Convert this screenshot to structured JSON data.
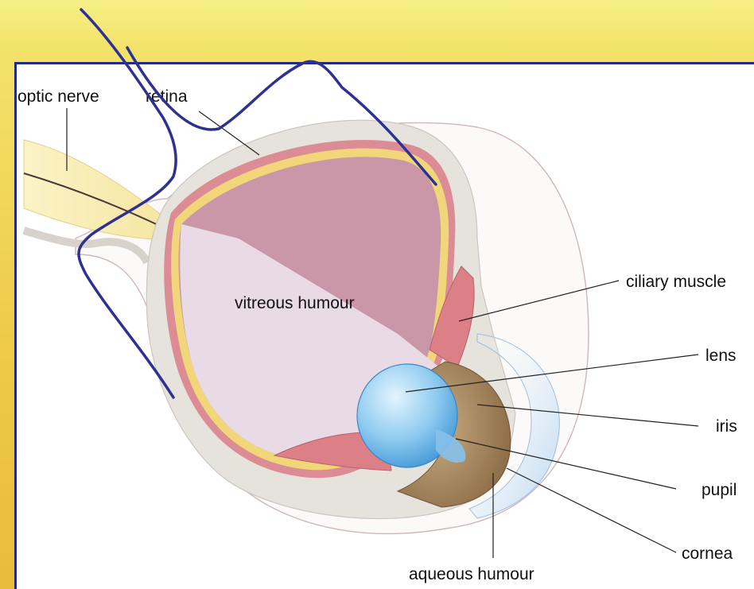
{
  "labels": {
    "optic_nerve": "optic nerve",
    "retina": "retina",
    "vitreous_humour": "vitreous humour",
    "ciliary_muscle": "ciliary muscle",
    "lens": "lens",
    "iris": "iris",
    "pupil": "pupil",
    "cornea": "cornea",
    "aqueous_humour": "aqueous humour"
  },
  "colors": {
    "slide_background": "#f3e36a",
    "frame_border": "#1f2a8c",
    "annotation_stroke": "#2e3192",
    "sclera": "#e7e3dd",
    "choroid": "#d98a92",
    "retina": "#f2d97a",
    "vitreous": "#c99aaa",
    "lens": "#8cc8ef",
    "iris": "#a4845c"
  }
}
